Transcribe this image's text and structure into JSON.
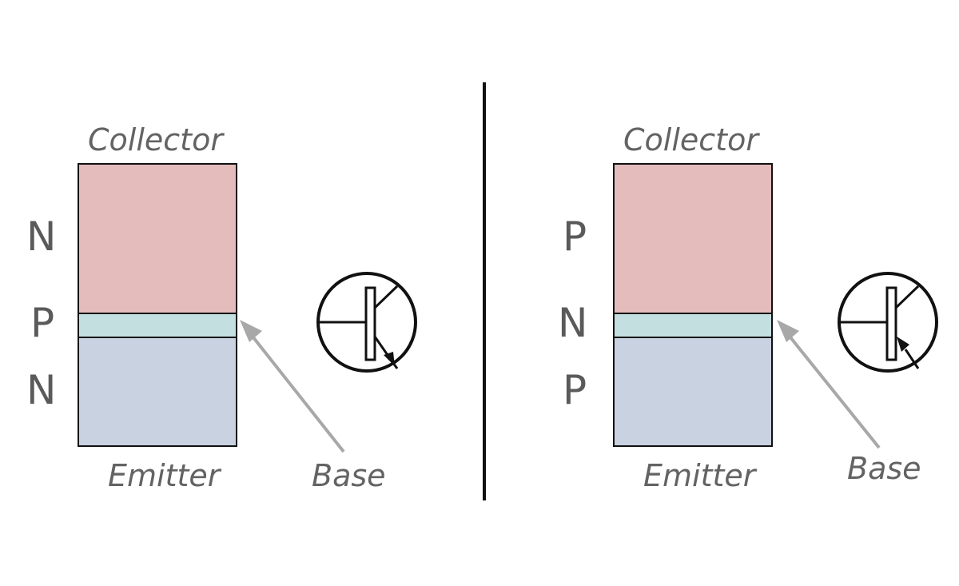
{
  "colors": {
    "collector_region": "#e5bcbc",
    "base_region": "#c3dfdf",
    "emitter_region": "#c9d2e1",
    "label_text": "#636363",
    "arrow": "#a8a8a8",
    "outline": "#111111"
  },
  "npn": {
    "collector_label": "Collector",
    "emitter_label": "Emitter",
    "base_label": "Base",
    "layers": [
      "N",
      "P",
      "N"
    ],
    "symbol_icon": "npn-transistor-icon"
  },
  "pnp": {
    "collector_label": "Collector",
    "emitter_label": "Emitter",
    "base_label": "Base",
    "layers": [
      "P",
      "N",
      "P"
    ],
    "symbol_icon": "pnp-transistor-icon"
  }
}
